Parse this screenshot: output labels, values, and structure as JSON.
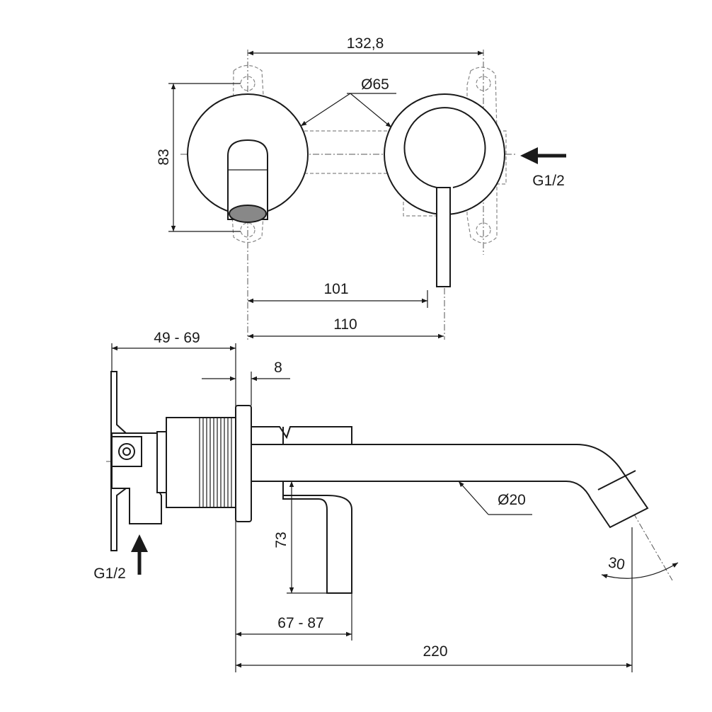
{
  "dimensions": {
    "top_width": "132,8",
    "diameter_plate": "Ø65",
    "height": "83",
    "inlet_top": "G1/2",
    "dist_101": "101",
    "dist_110": "110",
    "wall_depth": "49 - 69",
    "plate_thickness": "8",
    "spout_diameter": "Ø20",
    "handle_height": "73",
    "angle": "30",
    "inlet_side": "G1/2",
    "handle_projection": "67 - 87",
    "spout_length": "220"
  },
  "colors": {
    "line": "#1a1a1a",
    "background": "#ffffff"
  }
}
